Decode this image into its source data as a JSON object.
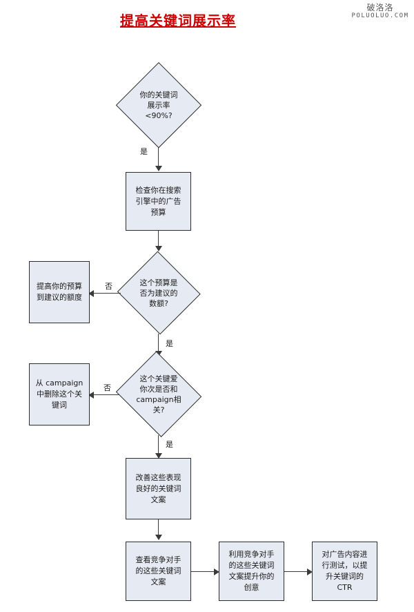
{
  "title": "提高关键词展示率",
  "watermark": {
    "cn": "破洛洛",
    "en": "POLUOLUO.COM"
  },
  "colors": {
    "title": "#cc0000",
    "node_fill": "#e6eaf2",
    "node_border": "#2b2b2b",
    "connector": "#3a3a3a"
  },
  "nodes": {
    "d1": {
      "type": "decision",
      "text": "你的关键词\n展示率\n<90%?"
    },
    "p1": {
      "type": "process",
      "text": "检查你在搜索\n引擎中的广告\n预算"
    },
    "d2": {
      "type": "decision",
      "text": "这个预算是\n否为建议的\n数额?"
    },
    "p2": {
      "type": "process",
      "text": "提高你的预算\n到建议的额度"
    },
    "d3": {
      "type": "decision",
      "text": "这个关键爱\n你次是否和\ncampaign相\n关?"
    },
    "p3": {
      "type": "process",
      "text": "从 campaign\n中删除这个关\n键词"
    },
    "p4": {
      "type": "process",
      "text": "改善这些表现\n良好的关键词\n文案"
    },
    "p5": {
      "type": "process",
      "text": "查看竞争对手\n的这些关键词\n文案"
    },
    "p6": {
      "type": "process",
      "text": "利用竞争对手\n的这些关键词\n文案提升你的\n创意"
    },
    "p7": {
      "type": "process",
      "text": "对广告内容进\n行测试，以提\n升关键词的\nCTR"
    }
  },
  "edges": {
    "e1": {
      "label": "是"
    },
    "e2": {
      "label": "否"
    },
    "e3": {
      "label": "是"
    },
    "e4": {
      "label": "否"
    },
    "e5": {
      "label": "是"
    }
  }
}
